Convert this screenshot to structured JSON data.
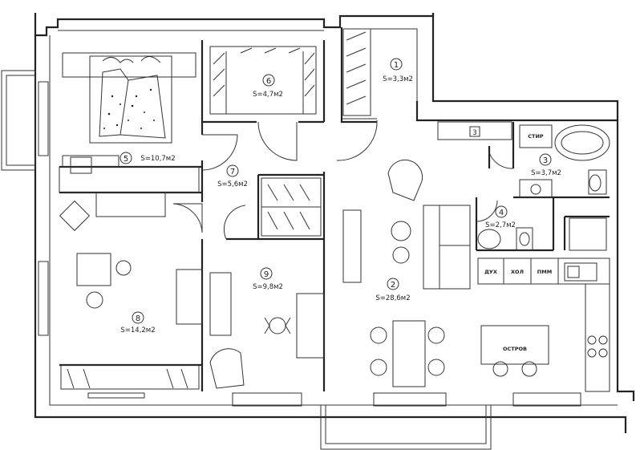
{
  "rooms": [
    {
      "num": "1",
      "area": "S=3,3м2"
    },
    {
      "num": "2",
      "area": "S=28,6м2"
    },
    {
      "num": "3",
      "area": "S=3,7м2"
    },
    {
      "num": "4",
      "area": "S=2,7м2"
    },
    {
      "num": "5",
      "area": "S=10,7м2"
    },
    {
      "num": "6",
      "area": "S=4,7м2"
    },
    {
      "num": "7",
      "area": "S=5,6м2"
    },
    {
      "num": "8",
      "area": "S=14,2м2"
    },
    {
      "num": "9",
      "area": "S=9,8м2"
    }
  ],
  "labels": {
    "shaft": "3",
    "washer": "СТИР",
    "shower": "ДУХ",
    "fridge": "ХОЛ",
    "dishwasher": "ПММ",
    "island": "ОСТРОВ"
  }
}
